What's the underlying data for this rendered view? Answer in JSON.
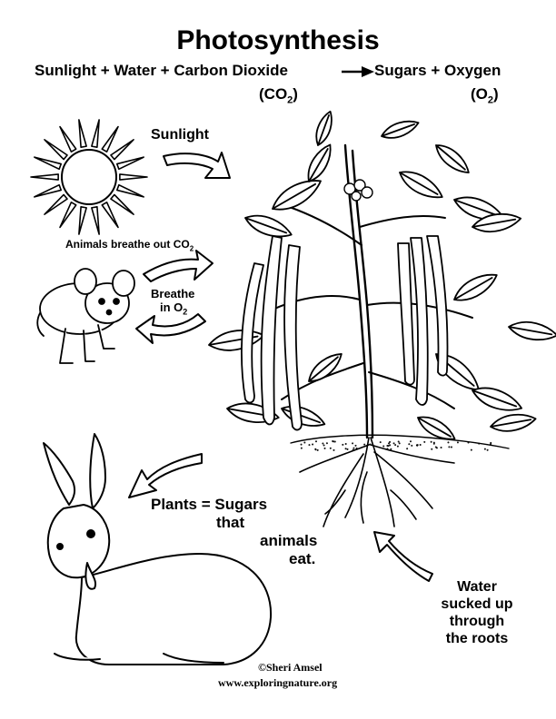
{
  "title": "Photosynthesis",
  "equation": {
    "left": "Sunlight + Water + Carbon Dioxide",
    "right": "Sugars + Oxygen",
    "co2_label": "(CO",
    "co2_sub": "2",
    "co2_close": ")",
    "o2_label": "(O",
    "o2_sub": "2",
    "o2_close": ")"
  },
  "labels": {
    "sunlight": "Sunlight",
    "animals_breathe_out": "Animals breathe out CO",
    "animals_breathe_out_sub": "2",
    "breathe_in_1": "Breathe",
    "breathe_in_2": "in O",
    "breathe_in_sub": "2",
    "plants_sugars_1": "Plants = Sugars",
    "plants_sugars_2": "that",
    "plants_sugars_3": "animals",
    "plants_sugars_4": "eat.",
    "water_1": "Water",
    "water_2": "sucked up",
    "water_3": "through",
    "water_4": "the roots"
  },
  "credits": {
    "author": "©Sheri Amsel",
    "website": "www.exploringnature.org"
  }
}
